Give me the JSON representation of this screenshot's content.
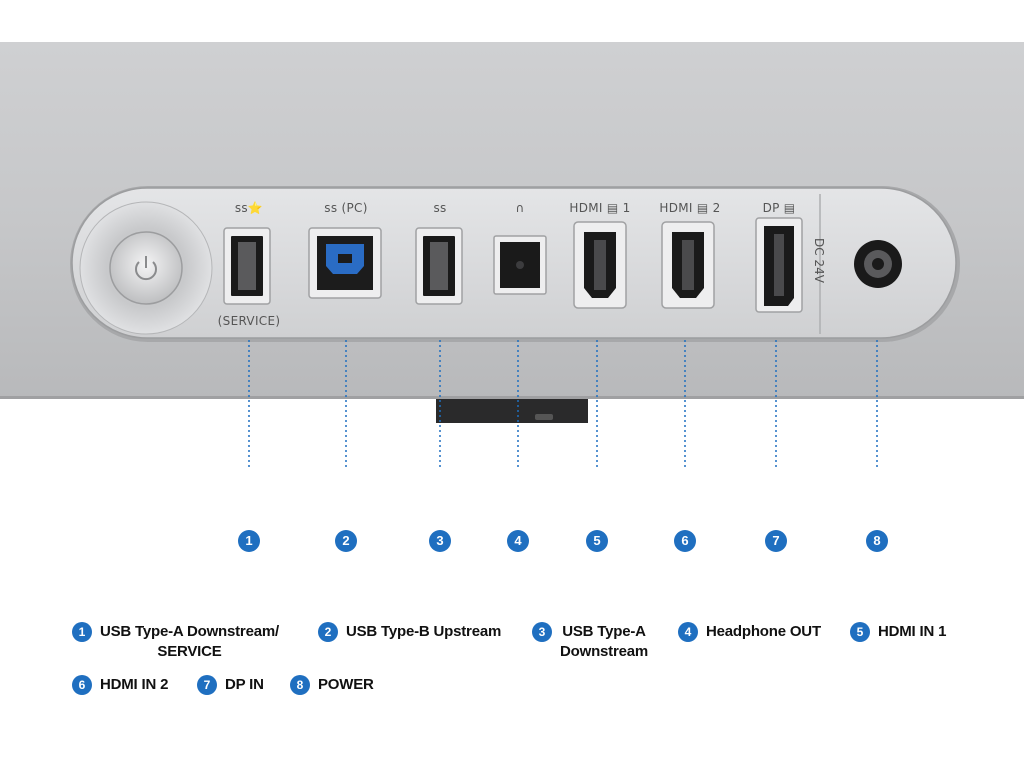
{
  "accent_color": "#1f6fc0",
  "panel": {
    "power_button_icon": "power-icon",
    "port_labels": [
      {
        "id": "usb-a-1",
        "text": "ss⭐"
      },
      {
        "id": "usb-b",
        "text": "ss (PC)"
      },
      {
        "id": "usb-a-2",
        "text": "ss"
      },
      {
        "id": "headphone",
        "text": "∩"
      },
      {
        "id": "hdmi1",
        "text": "HDMI ▤ 1"
      },
      {
        "id": "hdmi2",
        "text": "HDMI ▤ 2"
      },
      {
        "id": "dp",
        "text": "DP ▤"
      }
    ],
    "service_label": "(SERVICE)",
    "dc_label": "DC 24V"
  },
  "callouts": [
    "1",
    "2",
    "3",
    "4",
    "5",
    "6",
    "7",
    "8"
  ],
  "legend": [
    {
      "num": "1",
      "text": "USB Type-A Downstream/\nSERVICE"
    },
    {
      "num": "2",
      "text": "USB Type-B Upstream"
    },
    {
      "num": "3",
      "text": "USB Type-A\nDownstream"
    },
    {
      "num": "4",
      "text": "Headphone OUT"
    },
    {
      "num": "5",
      "text": "HDMI IN 1"
    },
    {
      "num": "6",
      "text": "HDMI IN 2"
    },
    {
      "num": "7",
      "text": "DP IN"
    },
    {
      "num": "8",
      "text": "POWER"
    }
  ]
}
